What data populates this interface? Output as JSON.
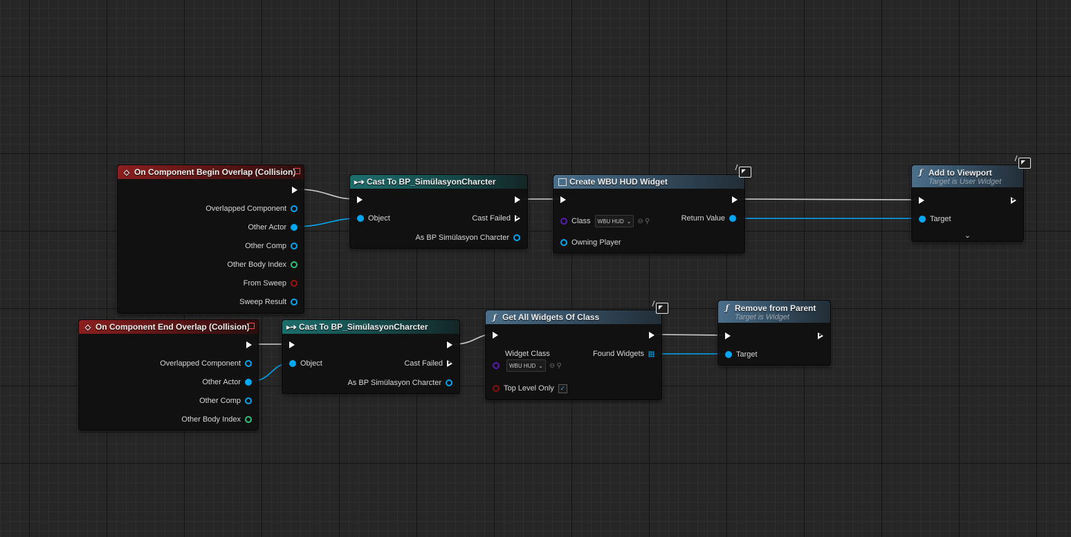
{
  "nodes": {
    "begin": {
      "title": "On Component Begin Overlap (Collision)",
      "outputs": [
        "Overlapped Component",
        "Other Actor",
        "Other Comp",
        "Other Body Index",
        "From Sweep",
        "Sweep Result"
      ]
    },
    "cast1": {
      "title": "Cast To BP_SimülasyonCharcter",
      "object": "Object",
      "cast_failed": "Cast Failed",
      "as_out": "As BP Simülasyon Charcter"
    },
    "create": {
      "title": "Create WBU HUD Widget",
      "class_label": "Class",
      "class_value": "WBU HUD",
      "owning_player": "Owning Player",
      "return_value": "Return Value"
    },
    "add": {
      "title": "Add to Viewport",
      "subtitle": "Target is User Widget",
      "target": "Target"
    },
    "end": {
      "title": "On Component End Overlap (Collision)",
      "outputs": [
        "Overlapped Component",
        "Other Actor",
        "Other Comp",
        "Other Body Index"
      ]
    },
    "cast2": {
      "title": "Cast To BP_SimülasyonCharcter",
      "object": "Object",
      "cast_failed": "Cast Failed",
      "as_out": "As BP Simülasyon Charcter"
    },
    "getall": {
      "title": "Get All Widgets Of Class",
      "widget_class": "Widget Class",
      "class_value": "WBU HUD",
      "found": "Found Widgets",
      "top_level": "Top Level Only",
      "top_level_checked": true
    },
    "remove": {
      "title": "Remove from Parent",
      "subtitle": "Target is Widget",
      "target": "Target"
    }
  },
  "colors": {
    "event_header": "#8a1f1f",
    "cast_header": "#1d6d6d",
    "function_header": "#4b6f8b",
    "object_pin": "#00a8f3",
    "exec_wire": "#d8d8d8"
  }
}
